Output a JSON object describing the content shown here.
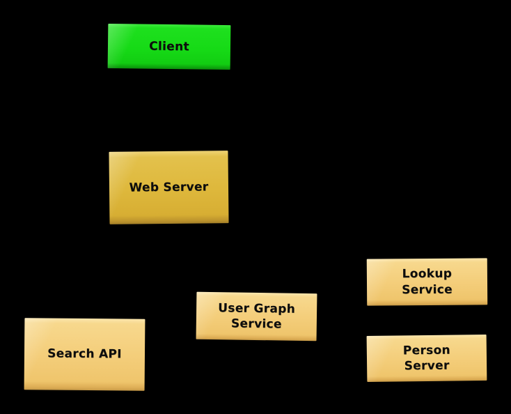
{
  "diagram": {
    "type": "architecture-diagram",
    "background_color": "#000000",
    "text_color": "#0d0d0d",
    "nodes": {
      "client": {
        "label": "Client",
        "fill": "#16da16"
      },
      "web_server": {
        "label": "Web Server",
        "fill": "#deb83c"
      },
      "search_api": {
        "label": "Search API",
        "fill": "#f4ce7b"
      },
      "user_graph_service": {
        "label": "User Graph\nService",
        "fill": "#f4ce7b"
      },
      "lookup_service": {
        "label": "Lookup\nService",
        "fill": "#f4ce7b"
      },
      "person_server": {
        "label": "Person\nServer",
        "fill": "#f4ce7b"
      }
    }
  }
}
